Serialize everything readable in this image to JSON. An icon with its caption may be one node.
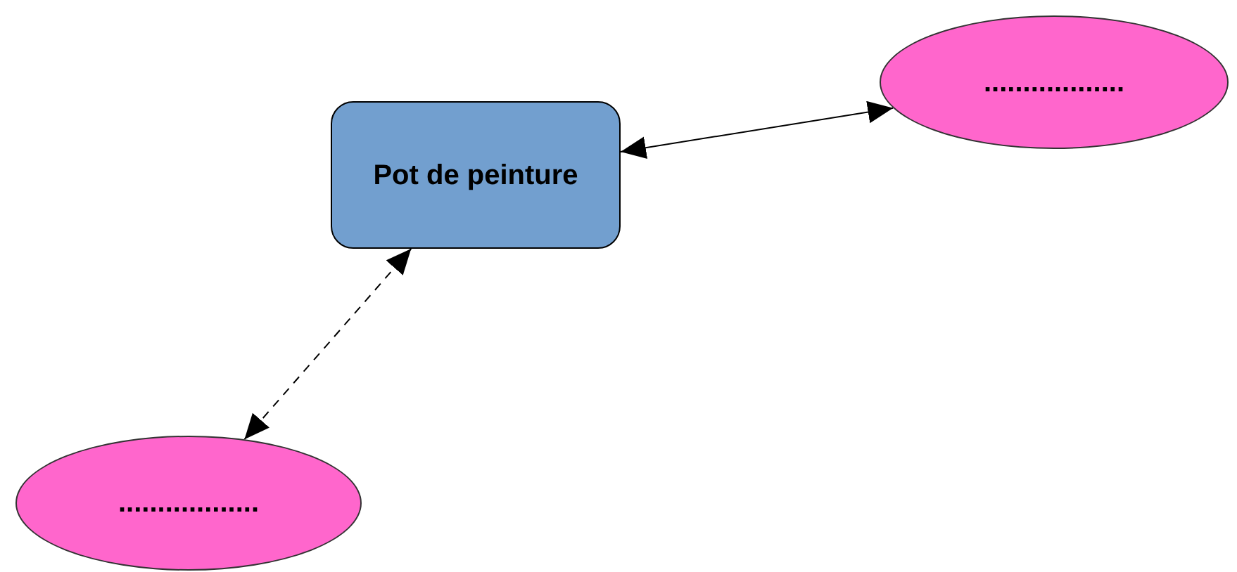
{
  "diagram": {
    "nodes": [
      {
        "text": [
          "Pot de peinture"
        ]
      },
      {
        "text": [
          ".................."
        ]
      },
      {
        "text": [
          ".................."
        ]
      }
    ],
    "edges": [
      {
        "from": 0,
        "to": 1,
        "arrow": "both"
      },
      {
        "from": 0,
        "to": 2,
        "arrow": "both",
        "style": "dashed"
      }
    ]
  }
}
